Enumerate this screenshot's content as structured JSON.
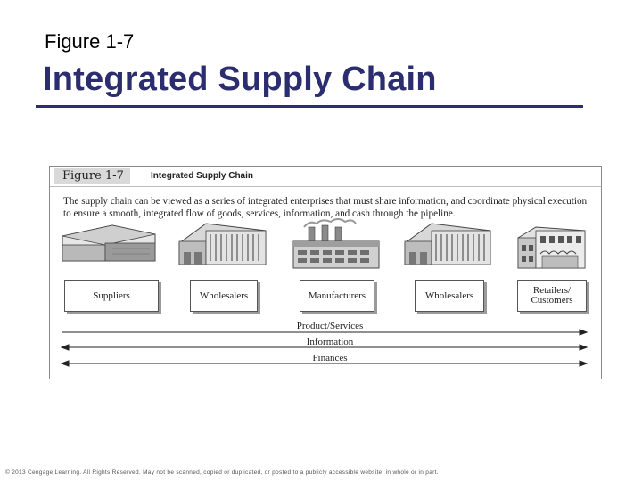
{
  "slide": {
    "subtitle": "Figure 1-7",
    "title": "Integrated Supply Chain"
  },
  "figure": {
    "label": "Figure 1-7",
    "caption_title": "Integrated Supply Chain",
    "description": "The supply chain can be viewed as a series of integrated enterprises that must share information, and coordinate physical execution to ensure a smooth, integrated flow of goods, services, information, and cash through the pipeline."
  },
  "stages": [
    {
      "label": "Suppliers",
      "icon": "warehouse-icon"
    },
    {
      "label": "Wholesalers",
      "icon": "distribution-center-icon"
    },
    {
      "label": "Manufacturers",
      "icon": "factory-icon"
    },
    {
      "label": "Wholesalers",
      "icon": "distribution-center-icon"
    },
    {
      "label": "Retailers/ Customers",
      "icon": "retail-store-icon"
    }
  ],
  "flows": [
    {
      "label": "Product/Services",
      "direction": "right"
    },
    {
      "label": "Information",
      "direction": "both"
    },
    {
      "label": "Finances",
      "direction": "both"
    }
  ],
  "footer": "© 2013 Cengage Learning. All Rights Reserved. May not be scanned, copied or duplicated, or posted to a publicly accessible website, in whole or in part."
}
